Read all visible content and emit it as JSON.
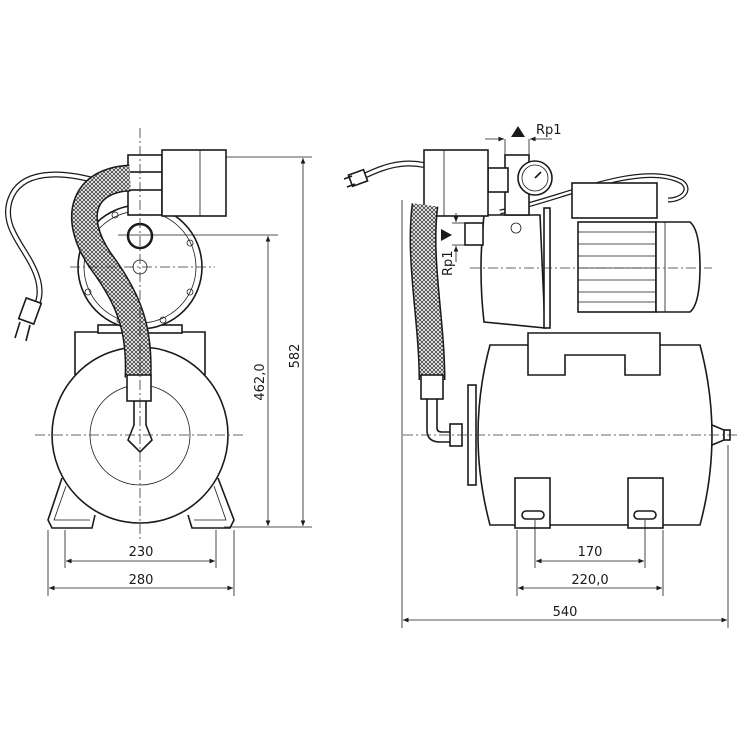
{
  "drawing": {
    "front_view": {
      "dimensions": {
        "height_total": "582",
        "height_outlet": "462,0",
        "foot_spacing": "230",
        "base_width": "280"
      }
    },
    "side_view": {
      "dimensions": {
        "foot_spacing_inner": "170",
        "foot_spacing_outer": "220,0",
        "total_length": "540"
      },
      "connections": {
        "outlet": "Rp1",
        "inlet": "Rp1"
      }
    }
  }
}
